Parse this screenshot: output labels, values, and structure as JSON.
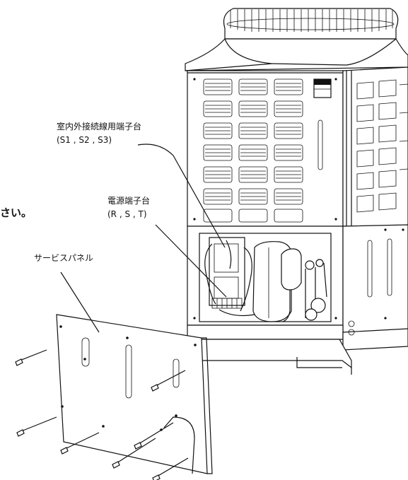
{
  "labels": {
    "terminal_indoor_outdoor": "室内外接続線用端子台",
    "terminal_indoor_outdoor_sub": "(S1 , S2 , S3)",
    "power_terminal": "電源端子台",
    "power_terminal_sub": "(R , S , T)",
    "service_panel": "サービスパネル",
    "cut_text": "さい。"
  },
  "icons": [
    "screw-icon"
  ]
}
